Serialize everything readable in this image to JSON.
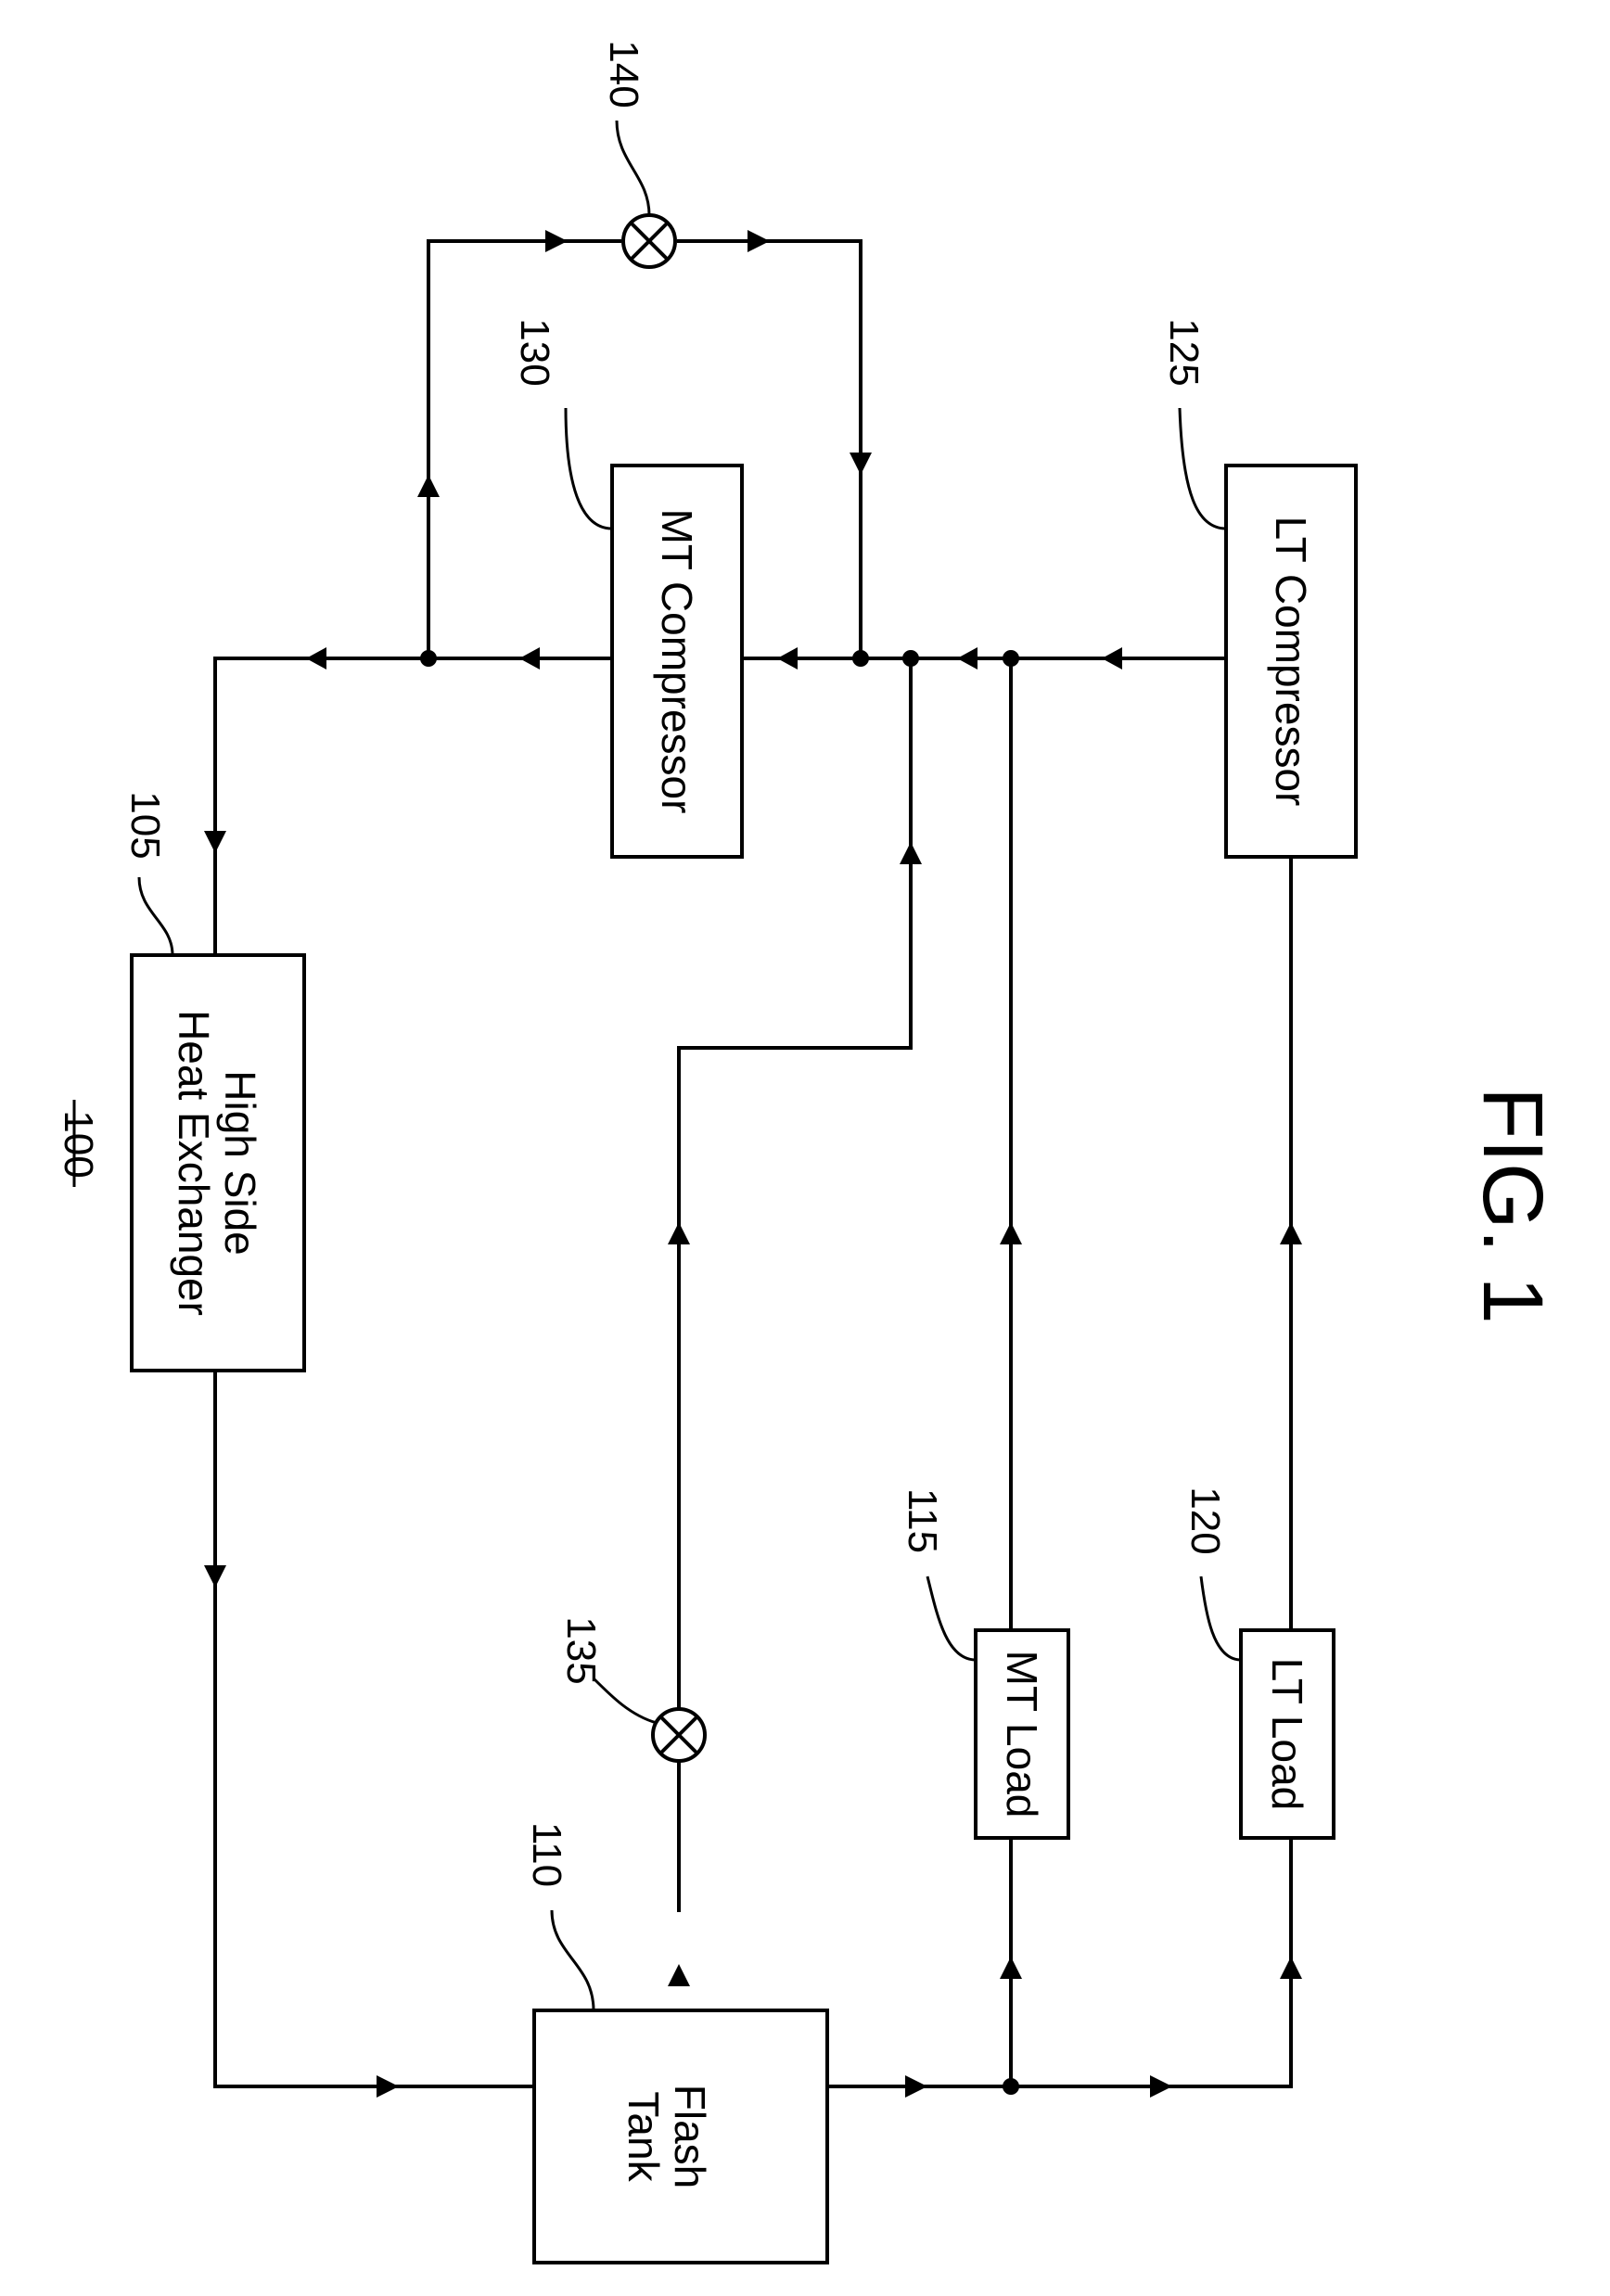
{
  "figure": {
    "system_ref": "100",
    "caption": "FIG. 1"
  },
  "components": {
    "high_side_hx": {
      "line1": "High Side",
      "line2": "Heat Exchanger",
      "ref": "105"
    },
    "flash_tank": {
      "line1": "Flash",
      "line2": "Tank",
      "ref": "110"
    },
    "mt_load": {
      "label": "MT Load",
      "ref": "115"
    },
    "lt_load": {
      "label": "LT Load",
      "ref": "120"
    },
    "lt_compressor": {
      "label": "LT Compressor",
      "ref": "125"
    },
    "mt_compressor": {
      "label": "MT Compressor",
      "ref": "130"
    },
    "flash_gas_valve": {
      "ref": "135",
      "icon": "expansion-valve-icon"
    },
    "bypass_valve": {
      "ref": "140",
      "icon": "expansion-valve-icon"
    }
  }
}
